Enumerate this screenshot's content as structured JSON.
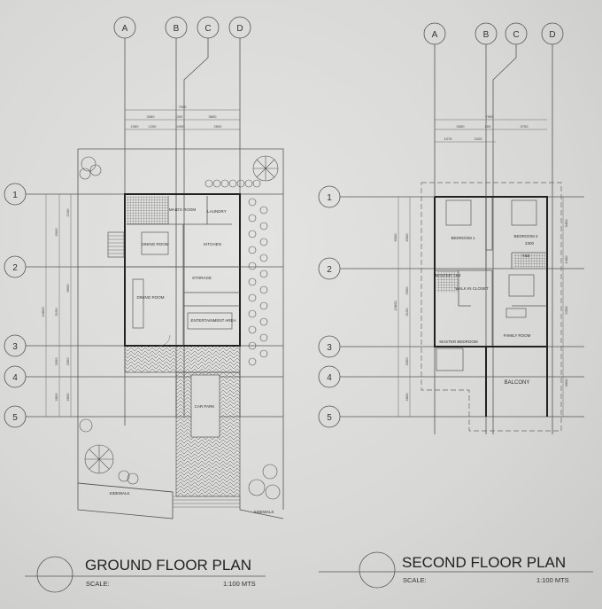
{
  "grid": {
    "columns": [
      "A",
      "B",
      "C",
      "D"
    ],
    "rows": [
      "1",
      "2",
      "3",
      "4",
      "5"
    ]
  },
  "ground_floor": {
    "title": "GROUND FLOOR PLAN",
    "scale_label": "SCALE:",
    "scale_value": "1:100 MTS",
    "rooms": [
      "MAID'S ROOM",
      "LAUNDRY",
      "DINING ROOM",
      "KITCHEN",
      "STORAGE",
      "DINING ROOM",
      "ENTERTAINMENT AREA",
      "CAR PARK",
      "SIDEWALK",
      "SIDEWALK"
    ],
    "dims_top": [
      "7900",
      "3450",
      "200",
      "3800",
      "1350",
      "1250",
      "2400",
      "2600"
    ],
    "dims_left": [
      "2100",
      "6000",
      "8650",
      "13800",
      "5150",
      "2050",
      "2050",
      "2800",
      "2800"
    ]
  },
  "second_floor": {
    "title": "SECOND FLOOR PLAN",
    "scale_label": "SCALE:",
    "scale_value": "1:100 MTS",
    "rooms": [
      "BEDROOM 1",
      "BEDROOM 2",
      "2300",
      "T&B",
      "MASTER T&B",
      "WALK IN CLOSET",
      "FAMILY ROOM",
      "MASTER BEDROOM",
      "BALCONY"
    ],
    "dims_top": [
      "7900",
      "3450",
      "200",
      "3700",
      "1075",
      "2425"
    ],
    "dims_left": [
      "6000",
      "6000",
      "13800",
      "5150",
      "2050",
      "2050",
      "2800"
    ],
    "dims_right": [
      "3450",
      "1400",
      "5300",
      "4000"
    ]
  }
}
